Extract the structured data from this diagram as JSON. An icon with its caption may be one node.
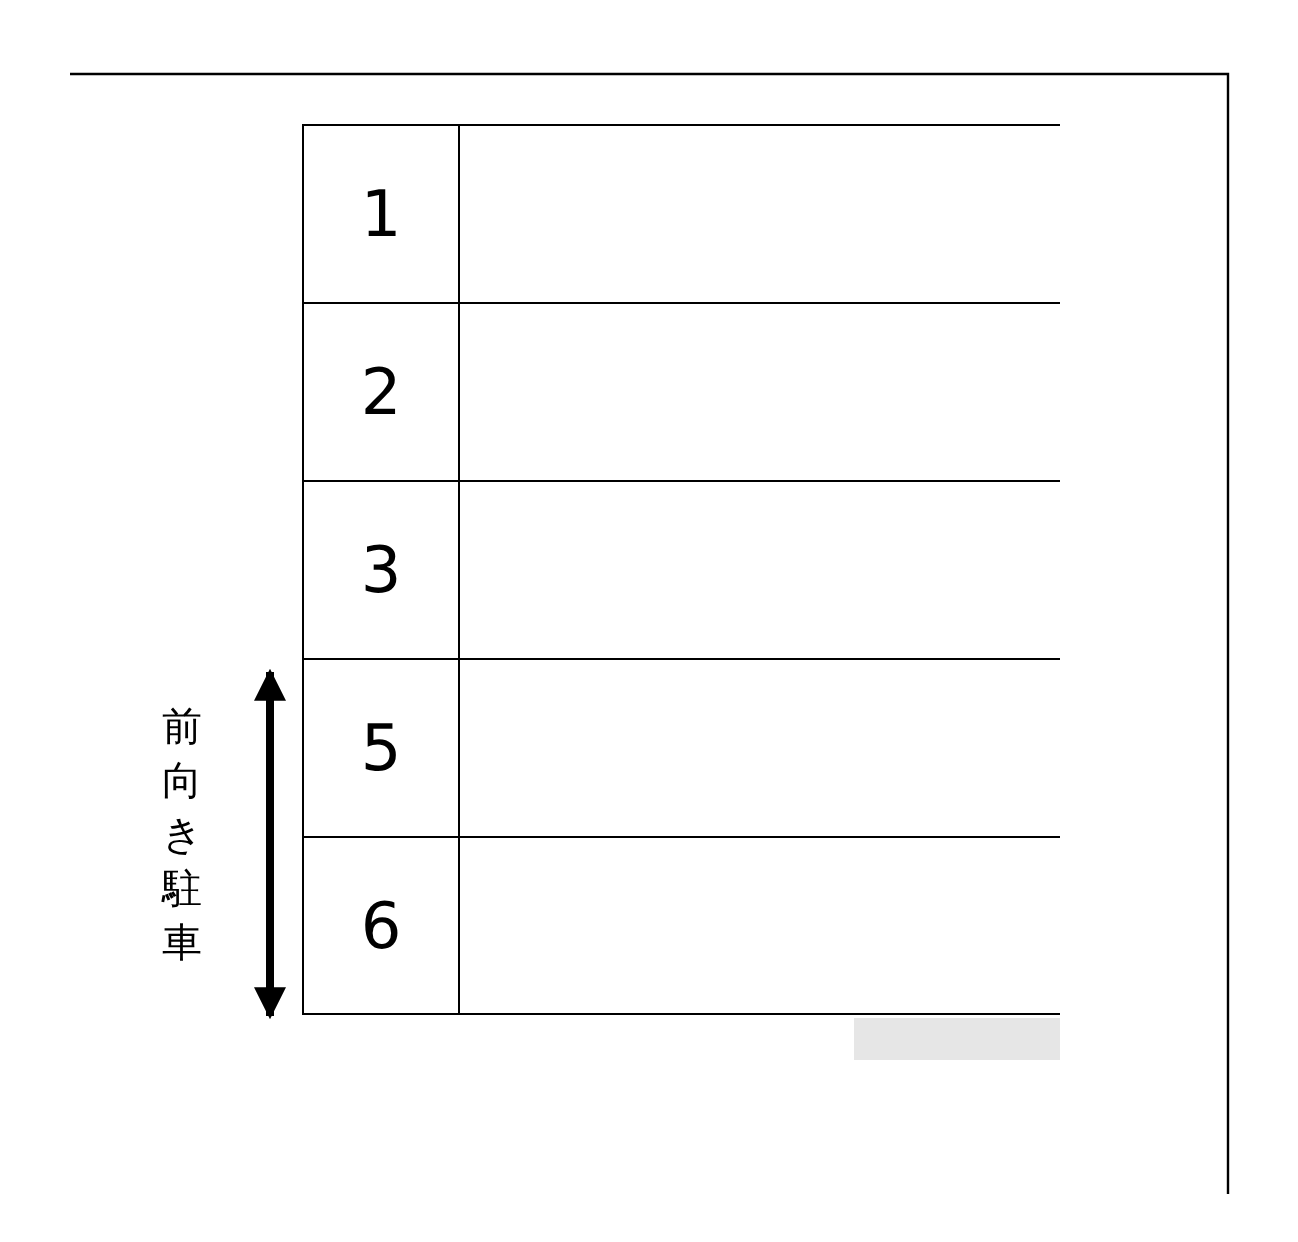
{
  "diagram": {
    "labels": [
      "1",
      "2",
      "3",
      "5",
      "6",
      "前向き駐車"
    ]
  }
}
